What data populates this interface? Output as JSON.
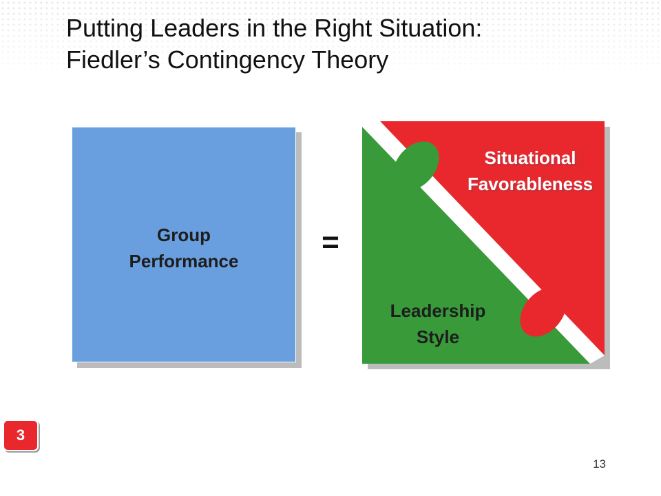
{
  "slide": {
    "title_line1": "Putting Leaders in the Right Situation:",
    "title_line2": "Fiedler’s Contingency Theory",
    "page_number": "13",
    "badge": "3"
  },
  "diagram": {
    "left_box": {
      "line1": "Group",
      "line2": "Performance",
      "color": "#6a9fdf"
    },
    "operator": "=",
    "right_box": {
      "upper_region": {
        "line1": "Situational",
        "line2": "Favorableness",
        "color": "#e8282d"
      },
      "lower_region": {
        "line1": "Leadership",
        "line2": "Style",
        "color": "#399a3a"
      }
    }
  }
}
